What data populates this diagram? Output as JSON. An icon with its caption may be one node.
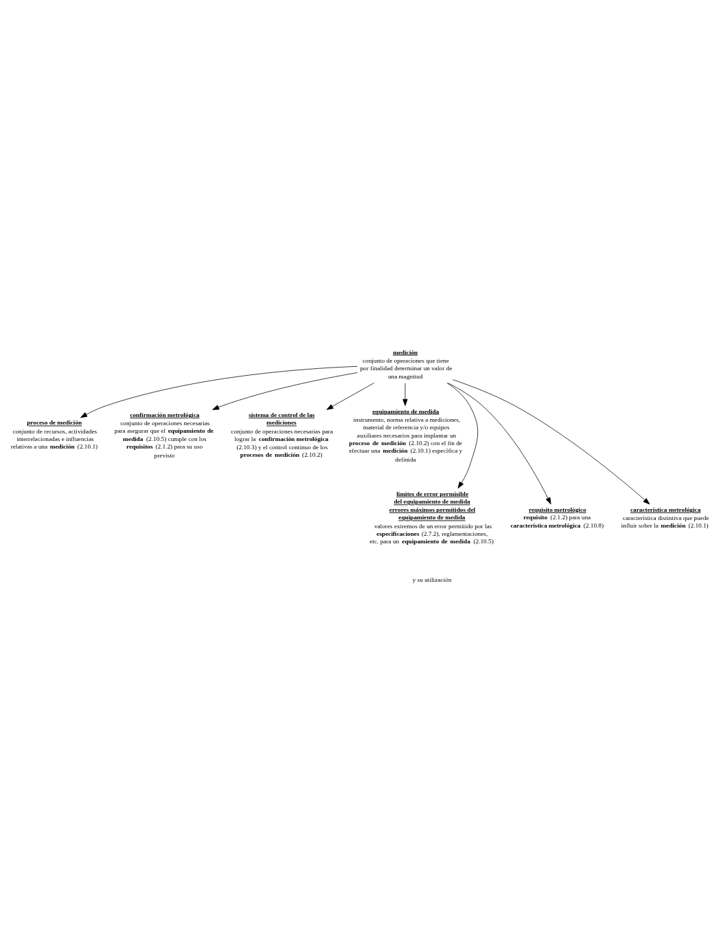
{
  "diagram": {
    "nodes": [
      {
        "text": [
          "medición",
          "conjunto de operaciones que tiene por finalidad determinar un valor de una magnitud"
        ]
      },
      {
        "text": [
          "proceso de medición",
          "conjunto de recursos, actividades interrelacionadas e influencias relativas a una **medición** (2.10.1)"
        ]
      },
      {
        "text": [
          "confirmación metrológica",
          "conjunto de operaciones necesarias para asegurar que el **equipamiento de medida** (2.10.5) cumple con los **requisitos** (2.1.2) para su uso previsto"
        ]
      },
      {
        "text": [
          "sistema de control de las mediciones",
          "conjunto de operaciones necesarias para lograr la **confirmación metrológica** (2.10.3) y el control continuo de los **procesos de medición** (2.10.2)"
        ]
      },
      {
        "text": [
          "equipamiento de medida",
          "instrumento, norma relativa a mediciones, material de referencia y/o equipos auxiliares necesarios para implantar un **proceso de medición** (2.10.2) con el fin de efectuar una **medición** (2.10.1) específica y definida"
        ]
      },
      {
        "text": [
          "límites de error permisible del equipamiento de medida",
          "errores máximos permitidos del equipamiento de medida",
          "valores extremos de un error permitido por las **especificaciones** (2.7.2), reglamentaciones, etc. para un **equipamiento de medida** (2.10.5)"
        ]
      },
      {
        "text": [
          "requisito metrológico",
          "**requisito** (2.1.2) para una **característica metrológica** (2.10.8)"
        ]
      },
      {
        "text": [
          "característica metrológica",
          "característica distintiva que puede influir sobre la **medición** (2.10.1)"
        ]
      }
    ],
    "edges": [
      {
        "from": 0,
        "to": 1,
        "arrow": "to"
      },
      {
        "from": 0,
        "to": 2,
        "arrow": "to"
      },
      {
        "from": 0,
        "to": 3,
        "arrow": "to"
      },
      {
        "from": 0,
        "to": 4,
        "arrow": "to"
      },
      {
        "from": 0,
        "to": 5,
        "arrow": "to"
      },
      {
        "from": 0,
        "to": 6,
        "arrow": "to"
      },
      {
        "from": 0,
        "to": 7,
        "arrow": "to"
      }
    ],
    "labels": [
      "y su utilización"
    ]
  }
}
